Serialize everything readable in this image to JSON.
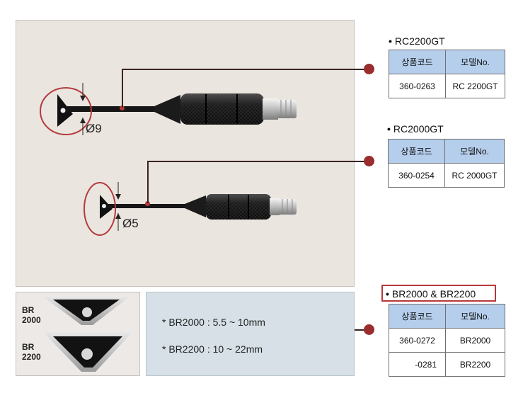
{
  "products": [
    {
      "title": "RC2200GT",
      "headers": [
        "상품코드",
        "모델No."
      ],
      "rows": [
        [
          "360-0263",
          "RC 2200GT"
        ]
      ]
    },
    {
      "title": "RC2000GT",
      "headers": [
        "상품코드",
        "모델No."
      ],
      "rows": [
        [
          "360-0254",
          "RC 2000GT"
        ]
      ]
    },
    {
      "title": "BR2000 & BR2200",
      "headers": [
        "상품코드",
        "모델No."
      ],
      "rows": [
        [
          "360-0272",
          "BR2000"
        ],
        [
          "-0281",
          "BR2200"
        ]
      ]
    }
  ],
  "bullet": "•",
  "diameters": {
    "large": "Ø9",
    "small": "Ø5"
  },
  "blade_labels": {
    "br2000_line1": "BR",
    "br2000_line2": "2000",
    "br2200_line1": "BR",
    "br2200_line2": "2200"
  },
  "specs": [
    "* BR2000 : 5.5 ~ 10mm",
    "* BR2200 : 10 ~ 22mm"
  ],
  "colors": {
    "photo_bg": "#ebe5e0",
    "spec_bg": "#d6e0e6",
    "table_header": "#b5ceec",
    "marker_red": "#9a2d2d",
    "highlight_border": "#b53a3c"
  }
}
